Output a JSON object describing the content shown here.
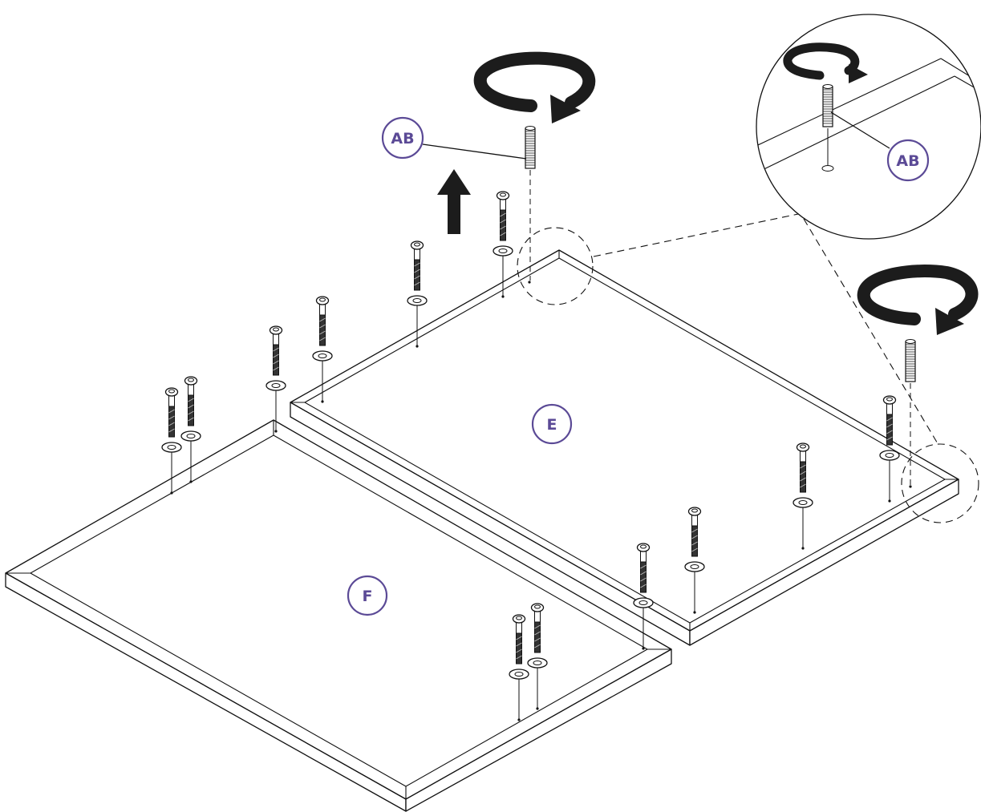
{
  "colors": {
    "label": "#5b4a96",
    "line": "#111111",
    "arrow": "#1c1c1c",
    "background": "#ffffff"
  },
  "labels": {
    "panel_e": "E",
    "panel_f": "F",
    "part_ab_main": "AB",
    "part_ab_detail": "AB"
  }
}
